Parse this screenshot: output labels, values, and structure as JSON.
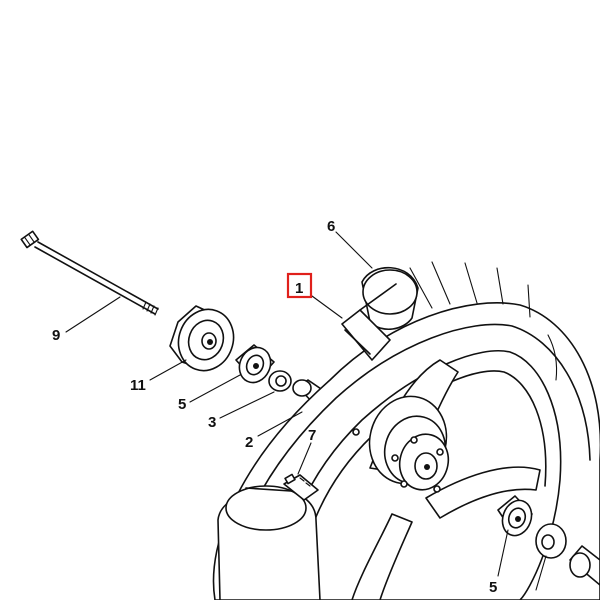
{
  "diagram": {
    "highlight_color": "#e0201b",
    "line_color": "#111111",
    "callouts": {
      "rim": "1",
      "collar": "2",
      "oil_seal": "3",
      "bearing_left": "5",
      "bearing_right": "5",
      "tube": "6",
      "valve": "7",
      "axle": "9",
      "gear_unit": "11"
    }
  }
}
